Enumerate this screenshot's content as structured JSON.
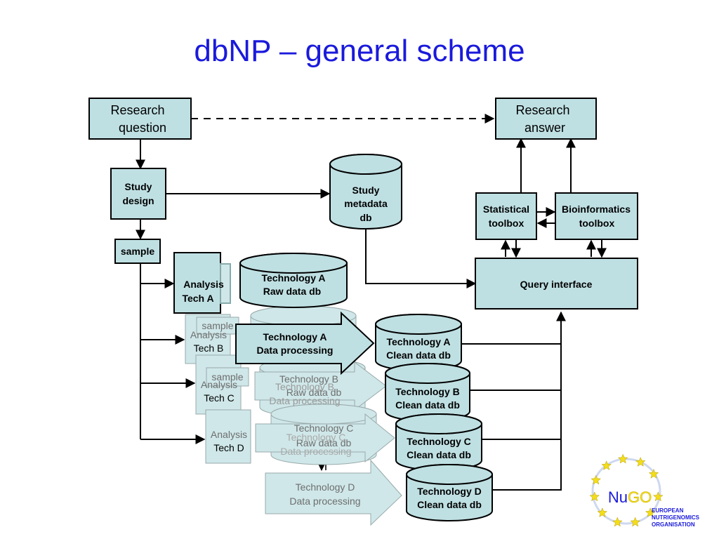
{
  "title": "dbNP – general scheme",
  "colors": {
    "fill": "#bfe0e3",
    "stroke": "#000000",
    "title": "#1a1adc",
    "faded_fill": "#cfe7e9",
    "faded_text": "#6e6e6e"
  },
  "nodes": {
    "research_question": [
      "Research",
      "question"
    ],
    "research_answer": [
      "Research",
      "answer"
    ],
    "study_design": [
      "Study",
      "design"
    ],
    "study_metadata_db": [
      "Study",
      "metadata",
      "db"
    ],
    "statistical_toolbox": [
      "Statistical",
      "toolbox"
    ],
    "bioinformatics_toolbox": [
      "Bioinformatics",
      "toolbox"
    ],
    "sample": "sample",
    "query_interface": "Query interface",
    "analysis_tech_a": [
      "Analysis",
      "Tech A"
    ],
    "tech_a_raw_db": [
      "Technology A",
      "Raw data db"
    ],
    "tech_a_processing": [
      "Technology A",
      "Data processing"
    ],
    "tech_a_clean_db": [
      "Technology A",
      "Clean data db"
    ],
    "analysis_tech_b": [
      "Analysis",
      "Tech B"
    ],
    "sample_b": "sample",
    "tech_b_raw_db": [
      "Technology B",
      "Raw data db"
    ],
    "tech_b_processing": [
      "Technology B",
      "Data processing"
    ],
    "tech_b_clean_db": [
      "Technology B",
      "Clean data db"
    ],
    "analysis_tech_c": [
      "Analysis",
      "Tech C"
    ],
    "sample_c": "sample",
    "tech_c_raw_db": [
      "Technology C",
      "Raw data db"
    ],
    "tech_c_processing": [
      "Technology C",
      "Data processing"
    ],
    "tech_c_clean_db": [
      "Technology C",
      "Clean data db"
    ],
    "analysis_tech_d": [
      "Analysis",
      "Tech D"
    ],
    "tech_d_processing": [
      "Technology D",
      "Data processing"
    ],
    "tech_d_clean_db": [
      "Technology D",
      "Clean data db"
    ]
  },
  "logo": {
    "brand_nu": "Nu",
    "brand_go": "GO",
    "lines": [
      "EUROPEAN",
      "NUTRIGENOMICS",
      "ORGANISATION"
    ],
    "star_color": "#f4dd1a",
    "ring_color": "#1a1adc",
    "orbit_color": "#cfd8f0"
  }
}
